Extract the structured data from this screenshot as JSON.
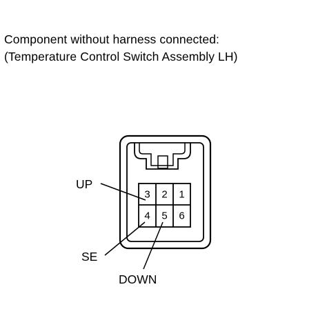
{
  "caption": {
    "line1": "Component without harness connected:",
    "line2": "(Temperature Control Switch Assembly LH)"
  },
  "connector": {
    "pins_top": [
      "3",
      "2",
      "1"
    ],
    "pins_bottom": [
      "4",
      "5",
      "6"
    ]
  },
  "callouts": {
    "up": "UP",
    "se": "SE",
    "down": "DOWN"
  },
  "colors": {
    "line": "#000000",
    "background": "#ffffff"
  }
}
